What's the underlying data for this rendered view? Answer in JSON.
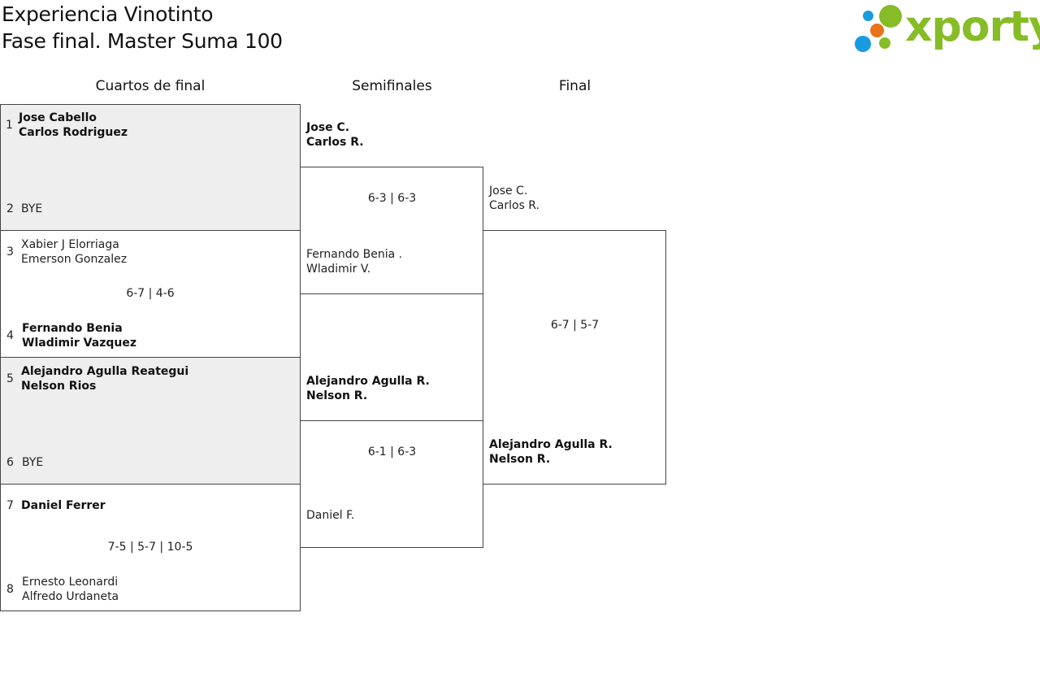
{
  "header": {
    "title_line1": "Experiencia Vinotinto",
    "title_line2": "Fase final. Master Suma 100",
    "logo_text": "xporty"
  },
  "columns": {
    "quarters": "Cuartos de final",
    "semis": "Semifinales",
    "final": "Final"
  },
  "quarterfinals": [
    {
      "seed_a": "1",
      "team_a": [
        "Jose Cabello",
        "Carlos Rodriguez"
      ],
      "seed_b": "2",
      "team_b": [
        "BYE"
      ],
      "score": ""
    },
    {
      "seed_a": "3",
      "team_a": [
        "Xabier J Elorriaga",
        "Emerson Gonzalez"
      ],
      "seed_b": "4",
      "team_b": [
        "Fernando Benia",
        "Wladimir Vazquez"
      ],
      "score": "6-7 | 4-6"
    },
    {
      "seed_a": "5",
      "team_a": [
        "Alejandro Agulla Reategui",
        "Nelson Rios"
      ],
      "seed_b": "6",
      "team_b": [
        "BYE"
      ],
      "score": ""
    },
    {
      "seed_a": "7",
      "team_a": [
        "Daniel Ferrer"
      ],
      "seed_b": "8",
      "team_b": [
        "Ernesto Leonardi",
        "Alfredo Urdaneta"
      ],
      "score": "7-5 | 5-7 | 10-5"
    }
  ],
  "semifinals": [
    {
      "team_a": [
        "Jose C.",
        "Carlos R."
      ],
      "score": "6-3 | 6-3",
      "team_b": [
        "Fernando Benia .",
        "Wladimir V."
      ]
    },
    {
      "team_a": [
        "Alejandro Agulla R.",
        "Nelson R."
      ],
      "score": "6-1 | 6-3",
      "team_b": [
        "Daniel F."
      ]
    }
  ],
  "final": {
    "team_a": [
      "Jose C.",
      "Carlos R."
    ],
    "score": "6-7 | 5-7",
    "team_b": [
      "Alejandro Agulla R.",
      "Nelson R."
    ]
  },
  "colors": {
    "logo_green": "#86bc25",
    "logo_blue": "#1a9be0",
    "logo_orange": "#e8731b",
    "shaded_row": "#eeeeee"
  }
}
